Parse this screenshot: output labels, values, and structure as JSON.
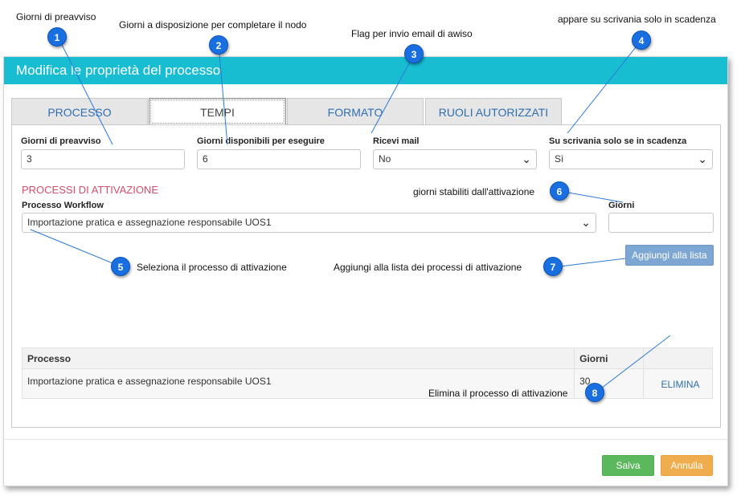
{
  "dialog": {
    "title": "Modifica le proprietà del processo"
  },
  "tabs": [
    {
      "label": "PROCESSO"
    },
    {
      "label": "TEMPI"
    },
    {
      "label": "FORMATO"
    },
    {
      "label": "RUOLI AUTORIZZATI"
    }
  ],
  "fields": {
    "preavviso": {
      "label": "Giorni di preavviso",
      "value": "3"
    },
    "disponibili": {
      "label": "Giorni disponibili per eseguire",
      "value": "6"
    },
    "mail": {
      "label": "Ricevi mail",
      "value": "No"
    },
    "scrivania": {
      "label": "Su scrivania solo se in scadenza",
      "value": "Sì"
    }
  },
  "attivazione": {
    "title": "PROCESSI DI ATTIVAZIONE",
    "workflow_label": "Processo Workflow",
    "workflow_value": "Importazione pratica e assegnazione responsabile UOS1",
    "giorni_label": "Giorni",
    "giorni_value": "",
    "add_button": "Aggiungi alla lista"
  },
  "table": {
    "columns": [
      "Processo",
      "Giorni",
      ""
    ],
    "rows": [
      {
        "processo": "Importazione pratica e assegnazione responsabile UOS1",
        "giorni": "30",
        "action": "ELIMINA"
      }
    ]
  },
  "footer": {
    "save": "Salva",
    "cancel": "Annulla"
  },
  "callouts": [
    {
      "num": "1",
      "text": "Giorni di preavviso"
    },
    {
      "num": "2",
      "text": "Giorni a disposizione per completare il nodo"
    },
    {
      "num": "3",
      "text": "Flag per invio email di awiso"
    },
    {
      "num": "4",
      "text": "appare su scrivania solo in scadenza"
    },
    {
      "num": "5",
      "text": "Seleziona il processo di attivazione"
    },
    {
      "num": "6",
      "text": "giorni stabiliti dall'attivazione"
    },
    {
      "num": "7",
      "text": "Aggiungi alla lista dei processi di attivazione"
    },
    {
      "num": "8",
      "text": "Elimina il processo di attivazione"
    }
  ],
  "colors": {
    "header": "#18bdd2",
    "callout": "#1a6fe0",
    "section": "#d14e6c",
    "save": "#5cb85c",
    "cancel": "#f0ad4e"
  },
  "icons": [
    "chevron-down-icon"
  ]
}
